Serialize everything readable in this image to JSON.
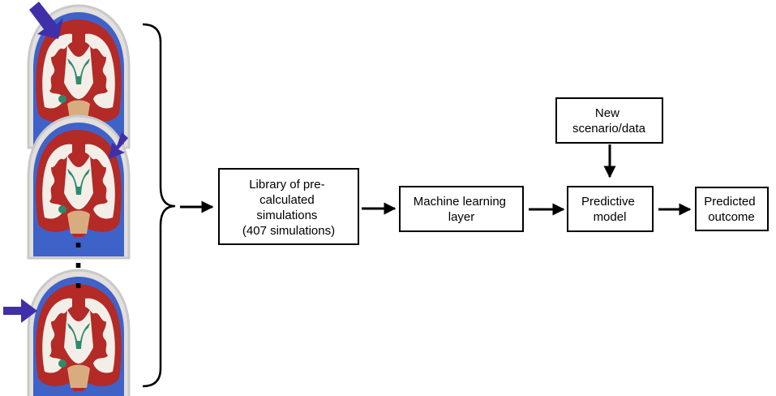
{
  "colors": {
    "skull": "#c9c9c9",
    "scalp": "#e2dfdc",
    "csf": "#3f62c8",
    "gray_matter": "#b32a26",
    "white_matter": "#f3efe8",
    "tissue_tan": "#d9ac80",
    "ventricles": "#2e8a6c",
    "impact_arrow": "#3f2fa8",
    "flow_arrow": "#000000",
    "box_border": "#000000"
  },
  "simulations": [
    {
      "impact_direction": "top-left"
    },
    {
      "impact_direction": "top-right"
    },
    {
      "impact_direction": "left"
    }
  ],
  "ellipsis": ".",
  "boxes": {
    "library": {
      "lines": [
        "Library of pre-",
        "calculated",
        "simulations",
        "(407 simulations)"
      ]
    },
    "ml_layer": {
      "lines": [
        "Machine learning",
        "layer"
      ]
    },
    "new_data": {
      "lines": [
        "New",
        "scenario/data"
      ]
    },
    "predictive": {
      "lines": [
        "Predictive",
        "model"
      ]
    },
    "outcome": {
      "lines": [
        "Predicted",
        "outcome"
      ]
    }
  }
}
